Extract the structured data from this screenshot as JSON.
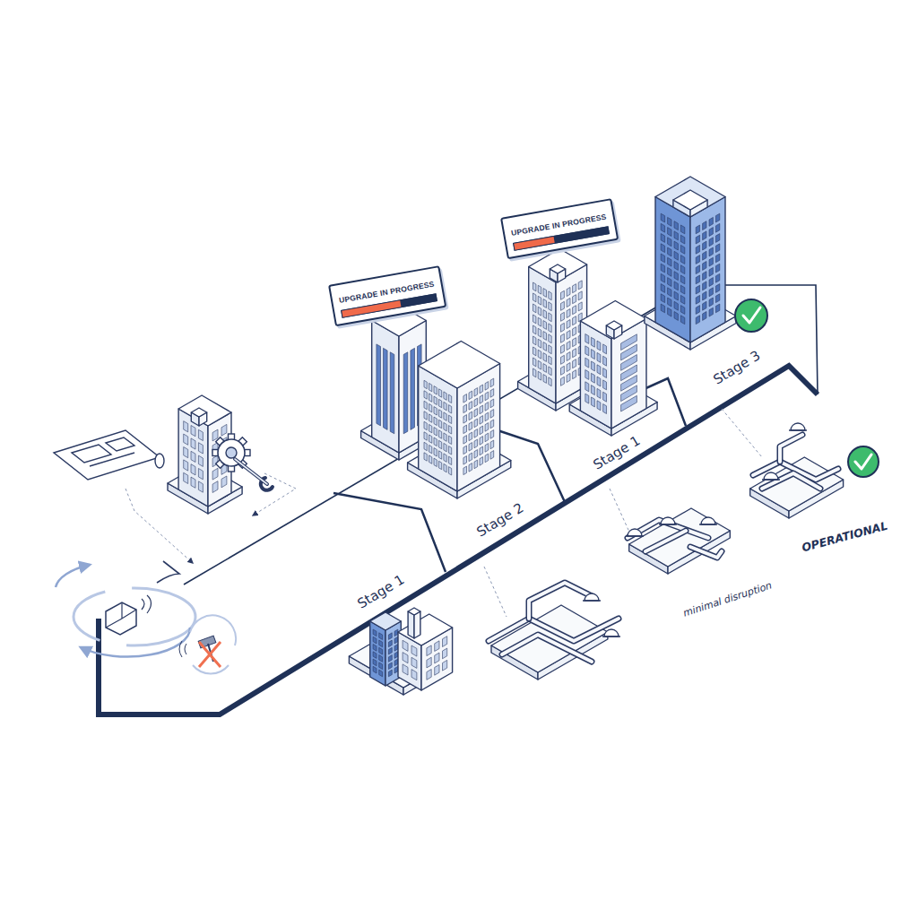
{
  "diagram": {
    "nodes": [
      {
        "text": [
          "UPGRADE IN PROGRESS"
        ]
      },
      {
        "text": [
          "UPGRADE IN PROGRESS"
        ]
      }
    ],
    "labels": [
      "Stage 1",
      "Stage 2",
      "Stage 1",
      "Stage 3",
      "minimal disruption",
      "OPERATIONAL"
    ]
  }
}
